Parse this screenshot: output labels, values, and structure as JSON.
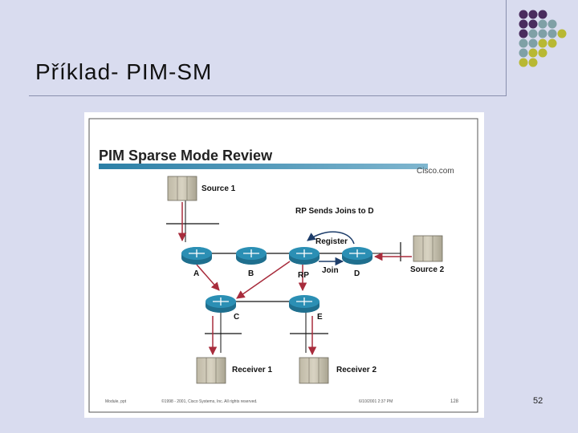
{
  "slide": {
    "title": "Příklad- PIM-SM",
    "page_number": "52"
  },
  "figure": {
    "heading": "PIM Sparse Mode Review",
    "brand": "Cisco.com",
    "caption_top": "RP Sends Joins to D",
    "register_label": "Register",
    "join_label": "Join",
    "nodes": {
      "A": "A",
      "B": "B",
      "RP": "RP",
      "D": "D",
      "C": "C",
      "E": "E"
    },
    "hosts": {
      "source1": "Source 1",
      "source2": "Source 2",
      "receiver1": "Receiver 1",
      "receiver2": "Receiver 2"
    },
    "footer": {
      "module": "Module, ppt",
      "copyright": "©1998 - 2001, Cisco Systems, Inc. All rights reserved.",
      "date": "6/10/2001 2:37 PM",
      "page": "128"
    }
  },
  "colors": {
    "background": "#d9dcef",
    "dot_purple": "#4a2c5e",
    "dot_teal": "#7fa0a6",
    "dot_yellow": "#b8b833",
    "router": "#2b8fb4",
    "arrow": "#a82c3c",
    "header_bar": "#2b7fa6"
  }
}
